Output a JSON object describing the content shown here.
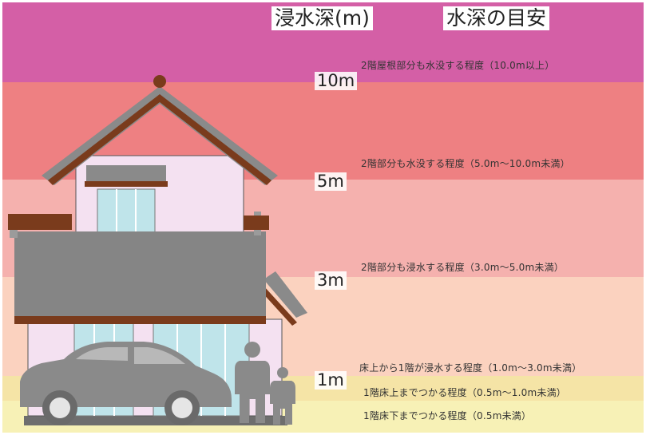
{
  "title": {
    "depth_heading": "浸水深(m)",
    "guide_heading": "水深の目安"
  },
  "levels": [
    {
      "depth": "10m",
      "description": "2階屋根部分も水没する程度（10.0m以上）",
      "color": "#d45fa6"
    },
    {
      "depth": "5m",
      "description": "2階部分も水没する程度（5.0m～10.0m未満）",
      "color": "#ee8082"
    },
    {
      "depth": "3m",
      "description": "2階部分も浸水する程度（3.0m～5.0m未満）",
      "color": "#f5b1ae"
    },
    {
      "depth": "1m",
      "description": "床上から1階が浸水する程度（1.0m～3.0m未満）",
      "color": "#fbd2bf"
    },
    {
      "depth": "",
      "description": "1階床上までつかる程度（0.5m～1.0m未満）",
      "color": "#f5e4a6"
    },
    {
      "depth": "",
      "description": "1階床下までつかる程度（0.5m未満）",
      "color": "#f7f1b6"
    }
  ]
}
